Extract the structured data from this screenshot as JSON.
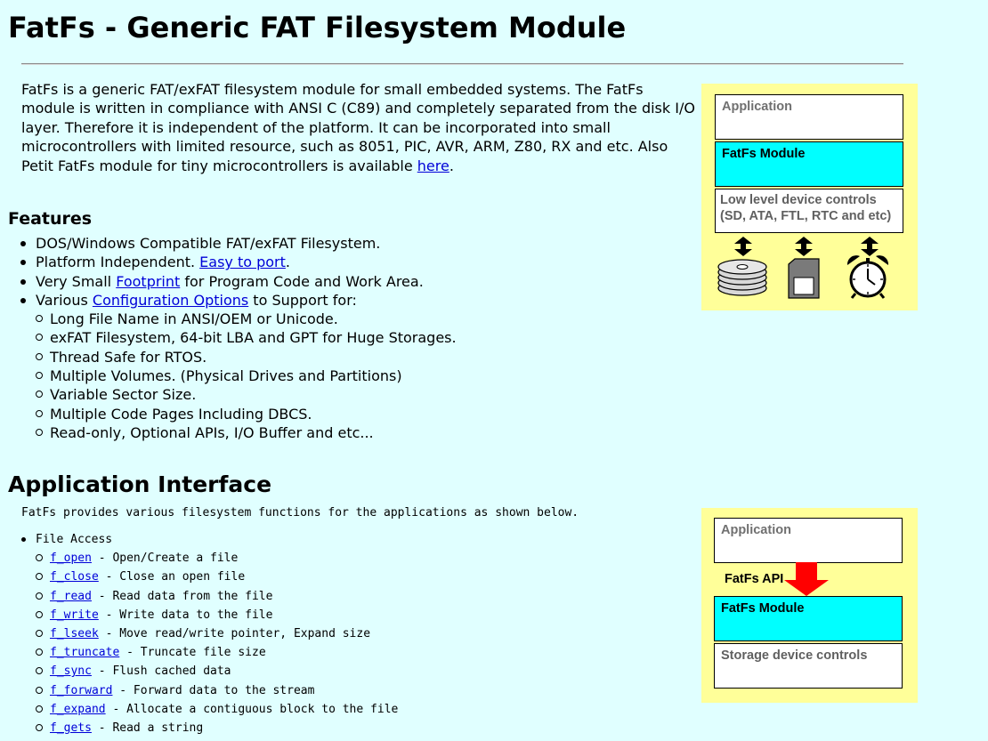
{
  "title": "FatFs - Generic FAT Filesystem Module",
  "intro": {
    "text_before_link": "FatFs is a generic FAT/exFAT filesystem module for small embedded systems. The FatFs module is written in compliance with ANSI C (C89) and completely separated from the disk I/O layer. Therefore it is independent of the platform. It can be incorporated into small microcontrollers with limited resource, such as 8051, PIC, AVR, ARM, Z80, RX and etc. Also Petit FatFs module for tiny microcontrollers is available ",
    "link": "here",
    "text_after_link": "."
  },
  "features": {
    "heading": "Features",
    "items": [
      {
        "before": "DOS/Windows Compatible FAT/exFAT Filesystem.",
        "link": "",
        "after": ""
      },
      {
        "before": "Platform Independent. ",
        "link": "Easy to port",
        "after": "."
      },
      {
        "before": "Very Small ",
        "link": "Footprint",
        "after": " for Program Code and Work Area."
      },
      {
        "before": "Various ",
        "link": "Configuration Options",
        "after": " to Support for:"
      }
    ],
    "sub_items": [
      "Long File Name in ANSI/OEM or Unicode.",
      "exFAT Filesystem, 64-bit LBA and GPT for Huge Storages.",
      "Thread Safe for RTOS.",
      "Multiple Volumes. (Physical Drives and Partitions)",
      "Variable Sector Size.",
      "Multiple Code Pages Including DBCS.",
      "Read-only, Optional APIs, I/O Buffer and etc..."
    ]
  },
  "api": {
    "heading": "Application Interface",
    "intro": "FatFs provides various filesystem functions for the applications as shown below.",
    "group": "File Access",
    "functions": [
      {
        "name": "f_open",
        "desc": " - Open/Create a file"
      },
      {
        "name": "f_close",
        "desc": " - Close an open file"
      },
      {
        "name": "f_read",
        "desc": " - Read data from the file"
      },
      {
        "name": "f_write",
        "desc": " - Write data to the file"
      },
      {
        "name": "f_lseek",
        "desc": " - Move read/write pointer, Expand size"
      },
      {
        "name": "f_truncate",
        "desc": " - Truncate file size"
      },
      {
        "name": "f_sync",
        "desc": " - Flush cached data"
      },
      {
        "name": "f_forward",
        "desc": " - Forward data to the stream"
      },
      {
        "name": "f_expand",
        "desc": " - Allocate a contiguous block to the file"
      },
      {
        "name": "f_gets",
        "desc": " - Read a string"
      }
    ]
  },
  "diagram1": {
    "application": "Application",
    "module": "FatFs Module",
    "low_level_line1": "Low level device controls",
    "low_level_line2": "(SD, ATA, FTL, RTC and etc)",
    "icons": [
      "disk-stack-icon",
      "sd-card-icon",
      "alarm-clock-icon"
    ]
  },
  "diagram2": {
    "application": "Application",
    "api_label": "FatFs API",
    "module": "FatFs Module",
    "storage": "Storage device controls"
  },
  "colors": {
    "background": "#e0ffff",
    "diagram_bg": "#ffff99",
    "module_box": "#00ffff",
    "link": "#0000d8",
    "api_arrow": "#ff0000"
  }
}
